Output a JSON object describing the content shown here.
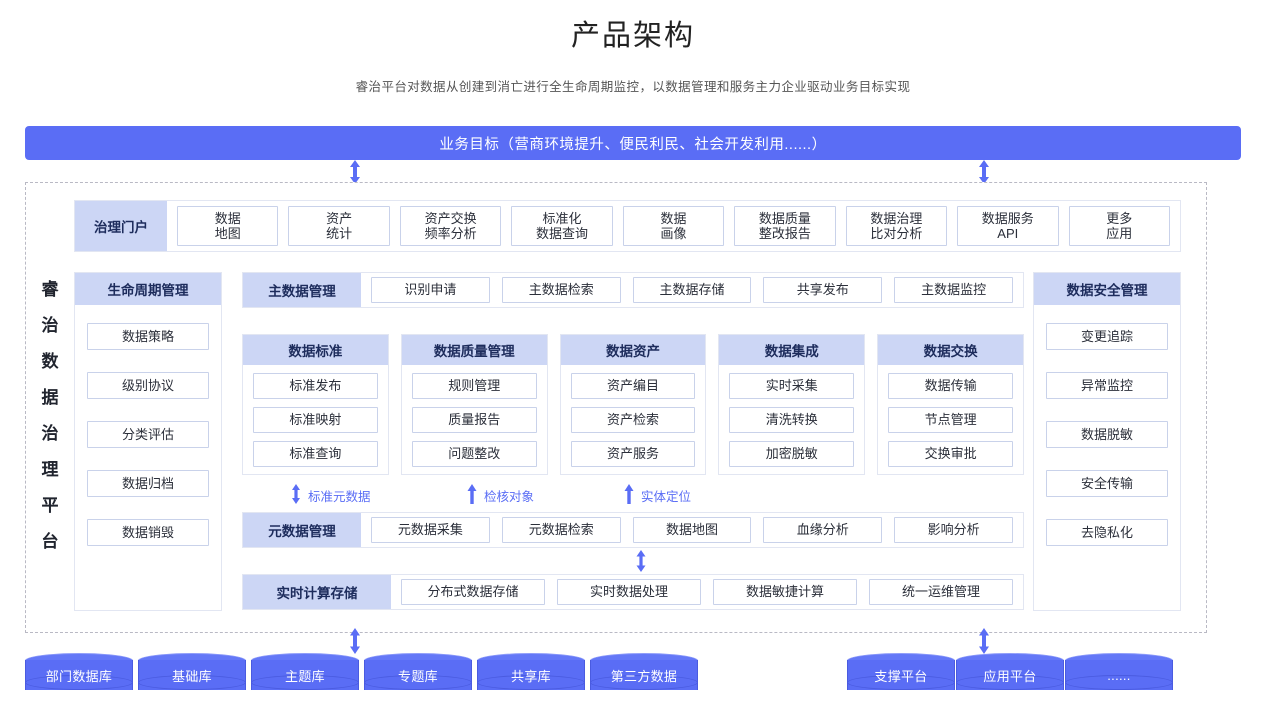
{
  "header": {
    "title": "产品架构",
    "subtitle": "睿治平台对数据从创建到消亡进行全生命周期监控，以数据管理和服务主力企业驱动业务目标实现"
  },
  "colors": {
    "primary_blue": "#5a6df5",
    "band_blue": "#ccd6f5",
    "cell_border": "#c9d2ea",
    "frame_border": "#b9b9c4"
  },
  "goal_bar": {
    "label": "业务目标（营商环境提升、便民利民、社会开发利用......）"
  },
  "platform_label": "睿治数据治理平台",
  "portal": {
    "band": "治理门户",
    "items": [
      "数据\n地图",
      "资产\n统计",
      "资产交换\n频率分析",
      "标准化\n数据查询",
      "数据\n画像",
      "数据质量\n整改报告",
      "数据治理\n比对分析",
      "数据服务\nAPI",
      "更多\n应用"
    ]
  },
  "lifecycle": {
    "band": "生命周期管理",
    "items": [
      "数据策略",
      "级别协议",
      "分类评估",
      "数据归档",
      "数据销毁"
    ]
  },
  "security": {
    "band": "数据安全管理",
    "items": [
      "变更追踪",
      "异常监控",
      "数据脱敏",
      "安全传输",
      "去隐私化"
    ]
  },
  "master_data": {
    "band": "主数据管理",
    "items": [
      "识别申请",
      "主数据检索",
      "主数据存储",
      "共享发布",
      "主数据监控"
    ]
  },
  "columns": [
    {
      "band": "数据标准",
      "items": [
        "标准发布",
        "标准映射",
        "标准查询"
      ]
    },
    {
      "band": "数据质量管理",
      "items": [
        "规则管理",
        "质量报告",
        "问题整改"
      ]
    },
    {
      "band": "数据资产",
      "items": [
        "资产编目",
        "资产检索",
        "资产服务"
      ]
    },
    {
      "band": "数据集成",
      "items": [
        "实时采集",
        "清洗转换",
        "加密脱敏"
      ]
    },
    {
      "band": "数据交换",
      "items": [
        "数据传输",
        "节点管理",
        "交换审批"
      ]
    }
  ],
  "arrow_labels": [
    {
      "label": "标准元数据",
      "direction": "both"
    },
    {
      "label": "检核对象",
      "direction": "up"
    },
    {
      "label": "实体定位",
      "direction": "up"
    }
  ],
  "metadata": {
    "band": "元数据管理",
    "items": [
      "元数据采集",
      "元数据检索",
      "数据地图",
      "血缘分析",
      "影响分析"
    ]
  },
  "realtime": {
    "band": "实时计算存储",
    "items": [
      "分布式数据存储",
      "实时数据处理",
      "数据敏捷计算",
      "统一运维管理"
    ]
  },
  "databases_left": [
    "部门数据库",
    "基础库",
    "主题库",
    "专题库",
    "共享库",
    "第三方数据"
  ],
  "databases_right": [
    "支撑平台",
    "应用平台",
    "......"
  ]
}
